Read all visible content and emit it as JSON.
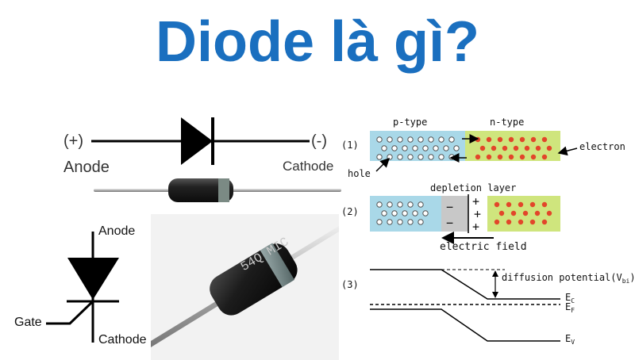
{
  "title": "Diode là gì?",
  "colors": {
    "title": "#1a6fbf",
    "p_region": "#a9d8e8",
    "n_region": "#cfe57d",
    "depletion": "#c8c8c8",
    "electron": "#e2462a",
    "hole": "#ffffff"
  },
  "symbol": {
    "plus": "(+)",
    "minus": "(-)",
    "anode": "Anode",
    "cathode": "Cathode"
  },
  "thyristor": {
    "anode": "Anode",
    "gate": "Gate",
    "cathode": "Cathode"
  },
  "component_photo": {
    "marking": "54Q MIC"
  },
  "physics": {
    "step1": "(1)",
    "step2": "(2)",
    "step3": "(3)",
    "p_type": "p-type",
    "n_type": "n-type",
    "electron": "electron",
    "hole": "hole",
    "depletion_layer": "depletion layer",
    "electric_field": "electric field",
    "minus_sign": "−",
    "plus_sign": "+",
    "diffusion_potential": "diffusion potential(V",
    "diffusion_sub": "bi",
    "diffusion_close": ")",
    "ec": "E",
    "ec_sub": "C",
    "ef": "E",
    "ef_sub": "F",
    "ev": "E",
    "ev_sub": "V"
  }
}
